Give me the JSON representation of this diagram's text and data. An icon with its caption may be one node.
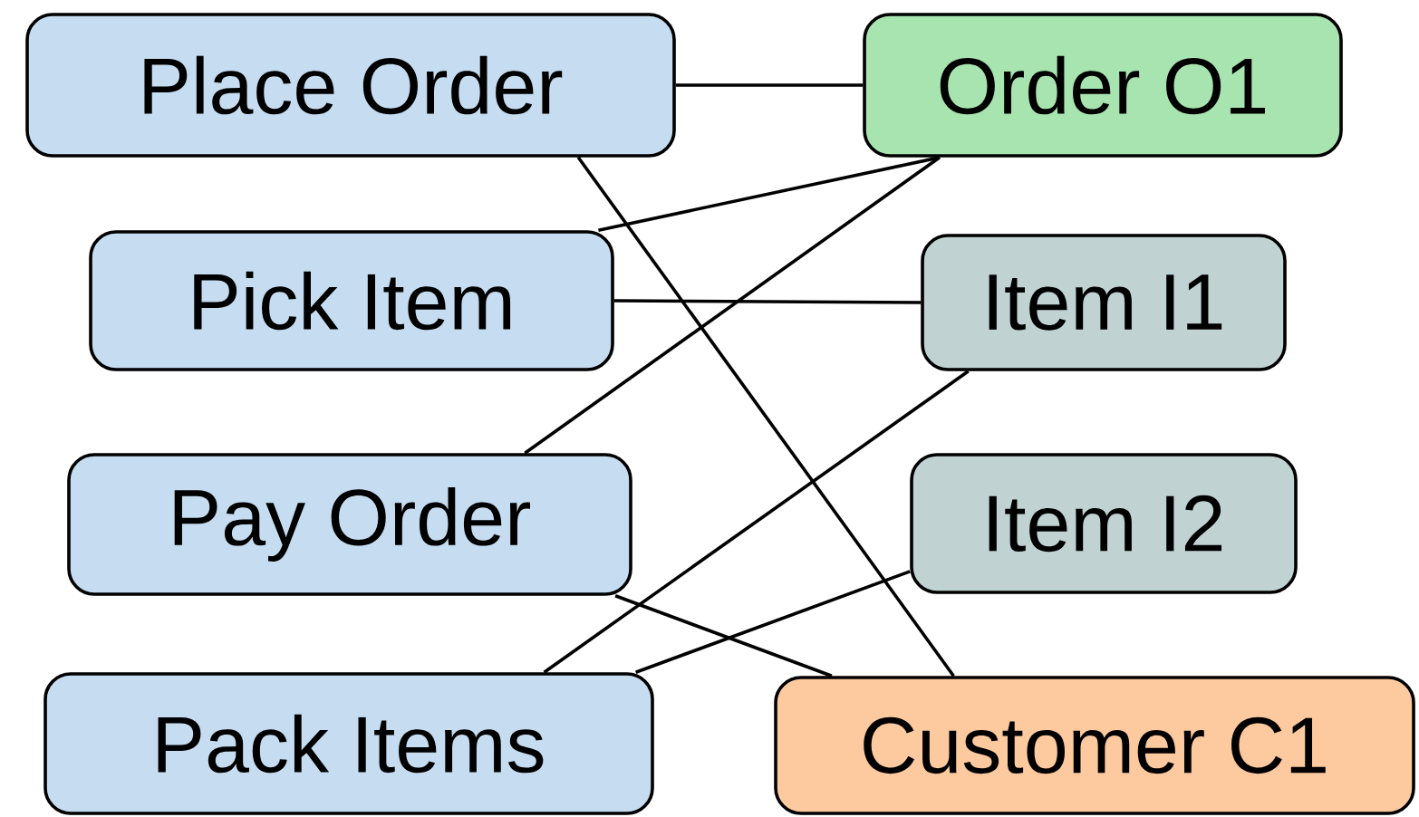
{
  "diagram": {
    "nodes": [
      {
        "text": [
          "Place Order"
        ]
      },
      {
        "text": [
          "Pick Item"
        ]
      },
      {
        "text": [
          "Pay Order"
        ]
      },
      {
        "text": [
          "Pack Items"
        ]
      },
      {
        "text": [
          "Order O1"
        ]
      },
      {
        "text": [
          "Item I1"
        ]
      },
      {
        "text": [
          "Item I2"
        ]
      },
      {
        "text": [
          "Customer C1"
        ]
      }
    ],
    "edges": [
      {
        "from": 0,
        "to": 4,
        "arrow": "none"
      },
      {
        "from": 0,
        "to": 7,
        "arrow": "none"
      },
      {
        "from": 1,
        "to": 4,
        "arrow": "none"
      },
      {
        "from": 1,
        "to": 5,
        "arrow": "none"
      },
      {
        "from": 2,
        "to": 4,
        "arrow": "none"
      },
      {
        "from": 2,
        "to": 7,
        "arrow": "none"
      },
      {
        "from": 3,
        "to": 5,
        "arrow": "none"
      },
      {
        "from": 3,
        "to": 6,
        "arrow": "none"
      }
    ]
  }
}
